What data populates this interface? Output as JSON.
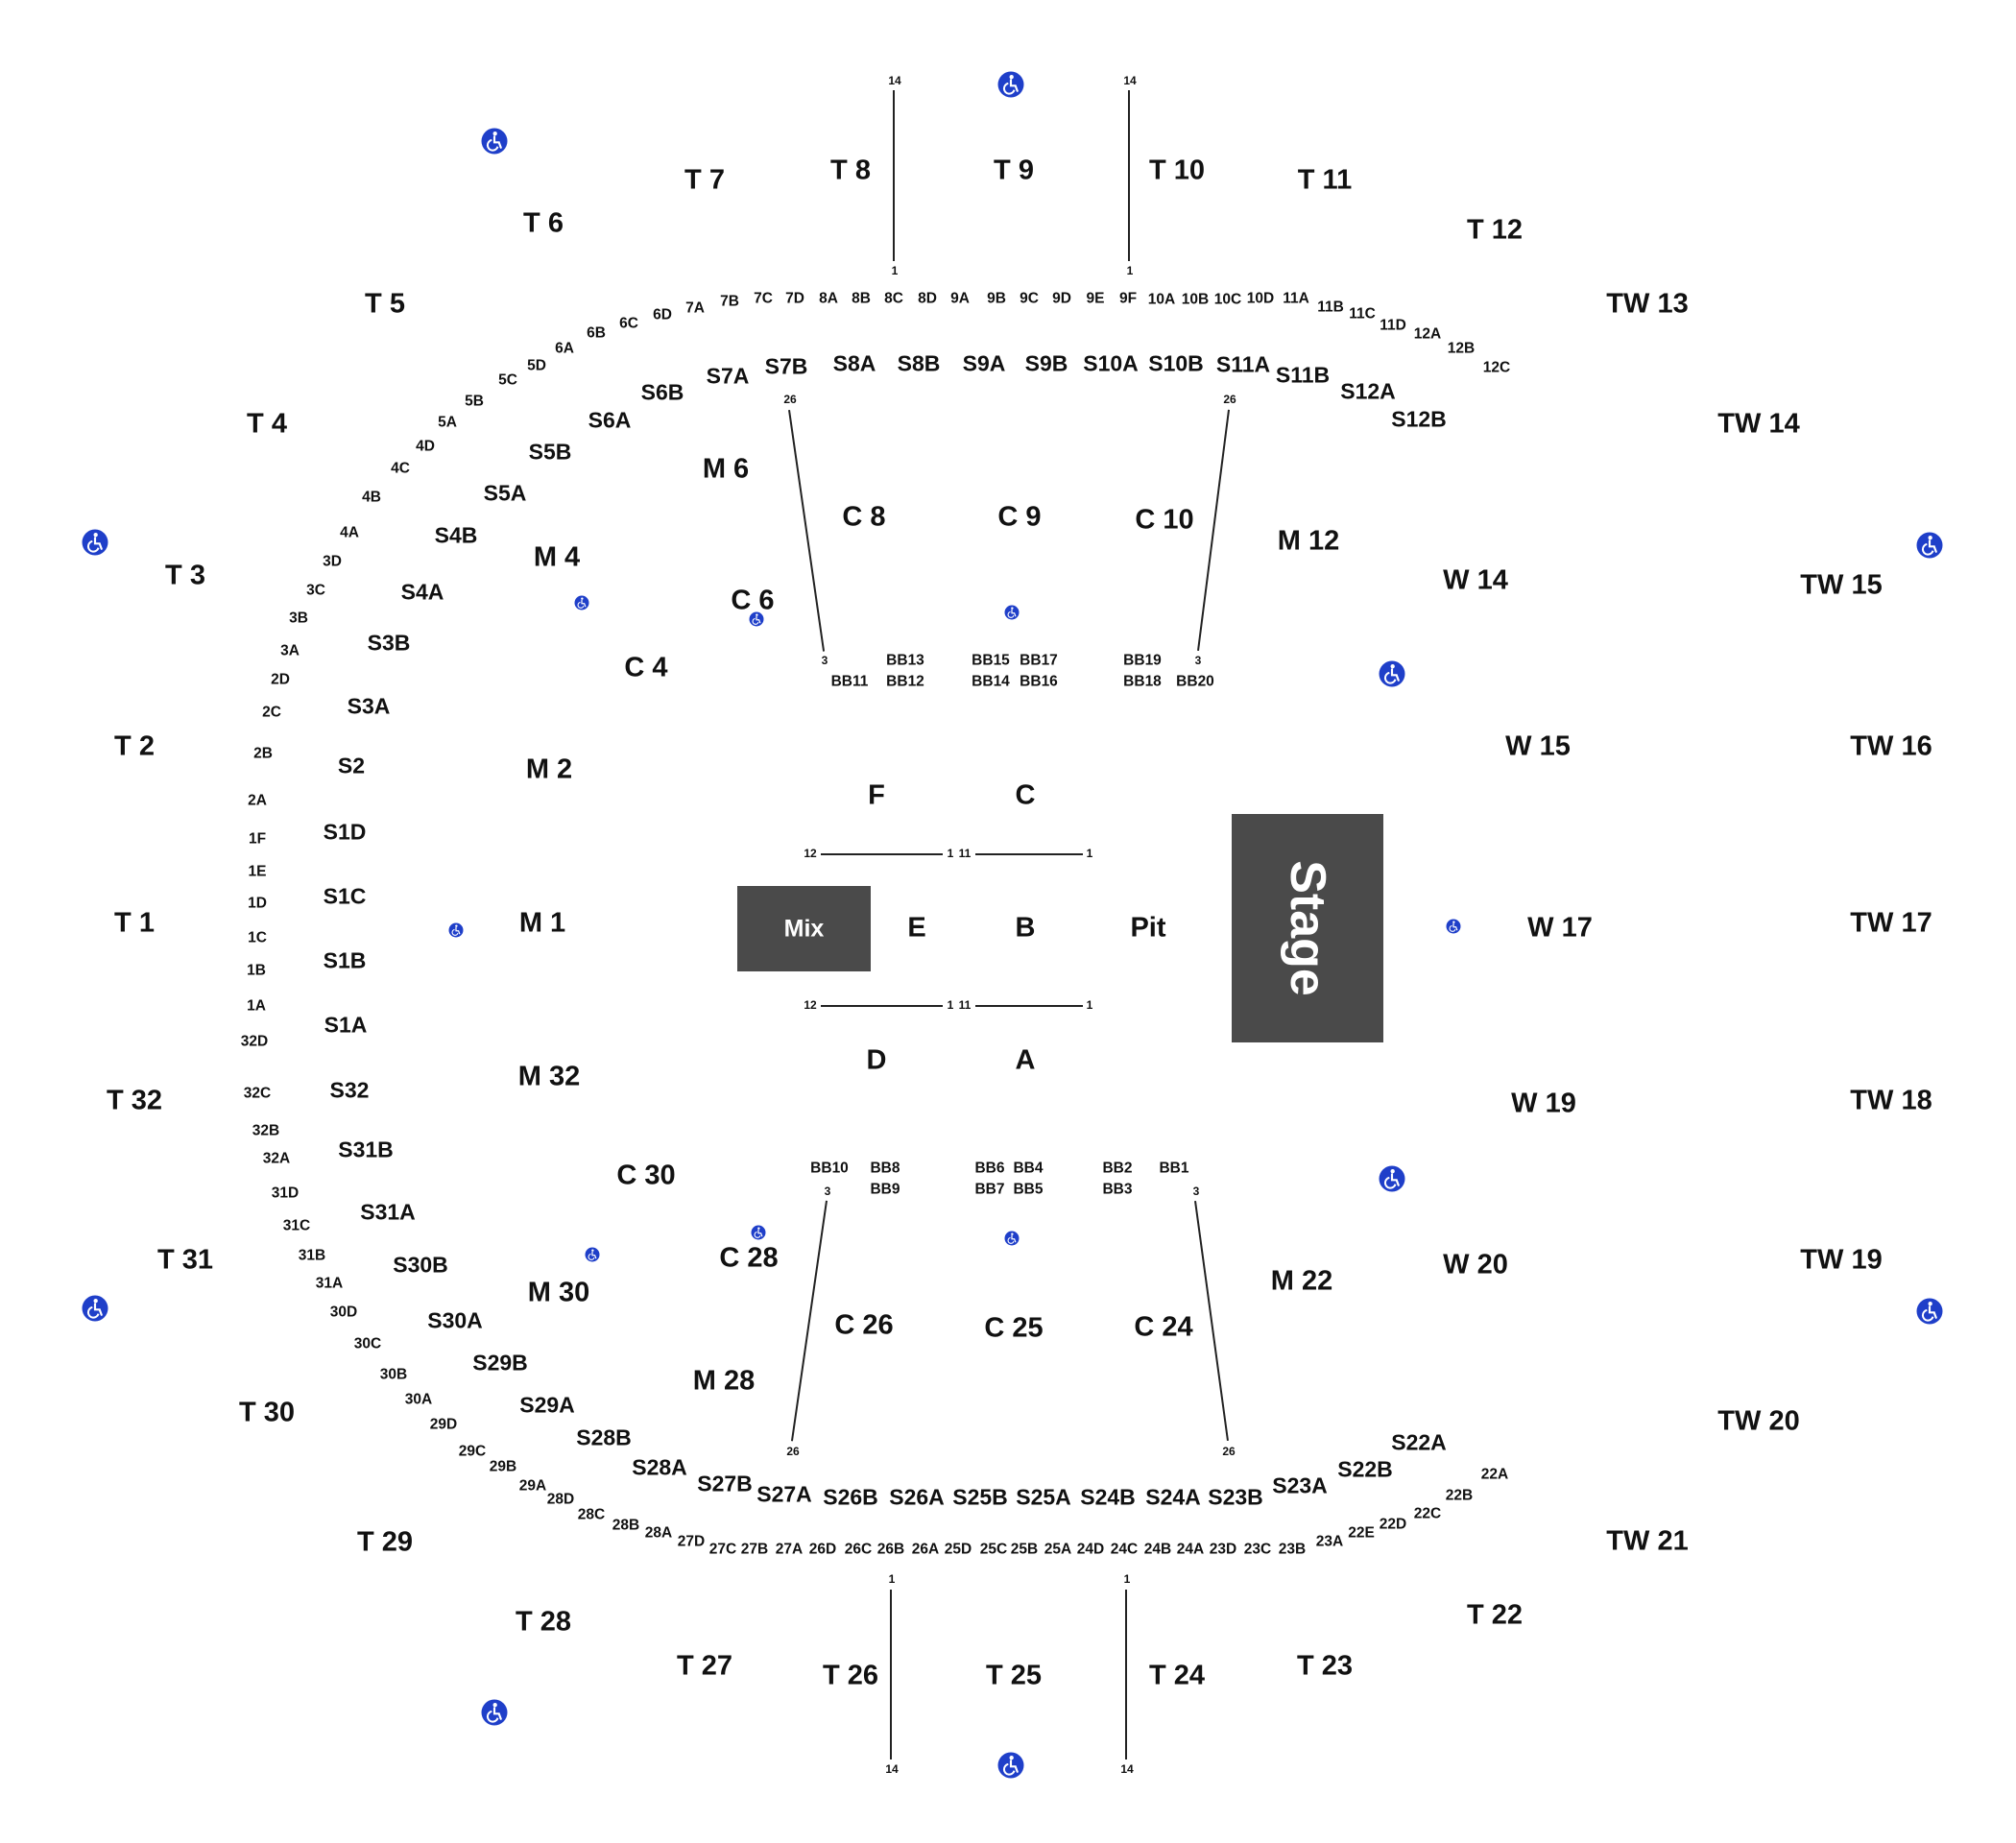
{
  "venue": {
    "stage_label": "Stage",
    "mix_label": "Mix",
    "accent_color": "#1f3fc9",
    "block_color": "#4a4a4a"
  },
  "floor_sections": {
    "F": "F",
    "C": "C",
    "E": "E",
    "B": "B",
    "D": "D",
    "A": "A",
    "Pit": "Pit"
  },
  "floor_seat_numbers": {
    "top_left_12": "12",
    "top_left_1": "1",
    "top_right_11": "11",
    "top_right_1": "1",
    "bot_left_12": "12",
    "bot_left_1": "1",
    "bot_right_11": "11",
    "bot_right_1": "1"
  },
  "upper_tier": {
    "t1": "T 1",
    "t2": "T 2",
    "t3": "T 3",
    "t4": "T 4",
    "t5": "T 5",
    "t6": "T 6",
    "t7": "T 7",
    "t8": "T 8",
    "t9": "T 9",
    "t10": "T 10",
    "t11": "T 11",
    "t12": "T 12",
    "tw13": "TW 13",
    "tw14": "TW 14",
    "tw15": "TW 15",
    "tw16": "TW 16",
    "tw17": "TW 17",
    "tw18": "TW 18",
    "tw19": "TW 19",
    "tw20": "TW 20",
    "tw21": "TW 21",
    "t22": "T 22",
    "t23": "T 23",
    "t24": "T 24",
    "t25": "T 25",
    "t26": "T 26",
    "t27": "T 27",
    "t28": "T 28",
    "t29": "T 29",
    "t30": "T 30",
    "t31": "T 31",
    "t32": "T 32"
  },
  "mid_tier": {
    "m1": "M 1",
    "m2": "M 2",
    "m4": "M 4",
    "m6": "M 6",
    "m12": "M 12",
    "m22": "M 22",
    "m28": "M 28",
    "m30": "M 30",
    "m32": "M 32",
    "c4": "C 4",
    "c6": "C 6",
    "c8": "C 8",
    "c9": "C 9",
    "c10": "C 10",
    "c24": "C 24",
    "c25": "C 25",
    "c26": "C 26",
    "c28": "C 28",
    "c30": "C 30",
    "w14": "W 14",
    "w15": "W 15",
    "w17": "W 17",
    "w19": "W 19",
    "w20": "W 20"
  },
  "s_sections": {
    "s1a": "S1A",
    "s1b": "S1B",
    "s1c": "S1C",
    "s1d": "S1D",
    "s2": "S2",
    "s3a": "S3A",
    "s3b": "S3B",
    "s4a": "S4A",
    "s4b": "S4B",
    "s5a": "S5A",
    "s5b": "S5B",
    "s6a": "S6A",
    "s6b": "S6B",
    "s7a": "S7A",
    "s7b": "S7B",
    "s8a": "S8A",
    "s8b": "S8B",
    "s9a": "S9A",
    "s9b": "S9B",
    "s10a": "S10A",
    "s10b": "S10B",
    "s11a": "S11A",
    "s11b": "S11B",
    "s12a": "S12A",
    "s12b": "S12B",
    "s22a": "S22A",
    "s22b": "S22B",
    "s23a": "S23A",
    "s23b": "S23B",
    "s24a": "S24A",
    "s24b": "S24B",
    "s25a": "S25A",
    "s25b": "S25B",
    "s26a": "S26A",
    "s26b": "S26B",
    "s27a": "S27A",
    "s27b": "S27B",
    "s28a": "S28A",
    "s28b": "S28B",
    "s29a": "S29A",
    "s29b": "S29B",
    "s30a": "S30A",
    "s30b": "S30B",
    "s31a": "S31A",
    "s31b": "S31B",
    "s32": "S32"
  },
  "box_seats": {
    "top": [
      "7B",
      "7C",
      "7D",
      "8A",
      "8B",
      "8C",
      "8D",
      "9A",
      "9B",
      "9C",
      "9D",
      "9E",
      "9F",
      "10A",
      "10B",
      "10C",
      "10D",
      "11A",
      "11B",
      "11C",
      "11D",
      "12A",
      "12B",
      "12C"
    ],
    "top_left": [
      "7A",
      "6D",
      "6C",
      "6B",
      "6A",
      "5D",
      "5C",
      "5B",
      "5A",
      "4D",
      "4C",
      "4B",
      "4A",
      "3D",
      "3C",
      "3B",
      "3A",
      "2D",
      "2C",
      "2B",
      "2A",
      "1F",
      "1E",
      "1D",
      "1C",
      "1B",
      "1A",
      "32D",
      "32C",
      "32B",
      "32A",
      "31D",
      "31C",
      "31B",
      "31A",
      "30D",
      "30C",
      "30B",
      "30A",
      "29D",
      "29C",
      "29B",
      "29A",
      "28D",
      "28C",
      "28B",
      "28A",
      "27D"
    ],
    "bottom": [
      "27C",
      "27B",
      "27A",
      "26D",
      "26C",
      "26B",
      "26A",
      "25D",
      "25C",
      "25B",
      "25A",
      "24D",
      "24C",
      "24B",
      "24A",
      "23D",
      "23C",
      "23B",
      "23A",
      "22E",
      "22D",
      "22C",
      "22B",
      "22A"
    ]
  },
  "bb_boxes": {
    "top": [
      "BB11",
      "BB13",
      "BB12",
      "BB15",
      "BB17",
      "BB14",
      "BB16",
      "BB19",
      "BB18",
      "BB20"
    ],
    "bottom": [
      "BB10",
      "BB8",
      "BB9",
      "BB6",
      "BB4",
      "BB7",
      "BB5",
      "BB2",
      "BB1",
      "BB3"
    ]
  },
  "row_numbers": {
    "r14": "14",
    "r1": "1",
    "r26": "26",
    "r3": "3"
  }
}
